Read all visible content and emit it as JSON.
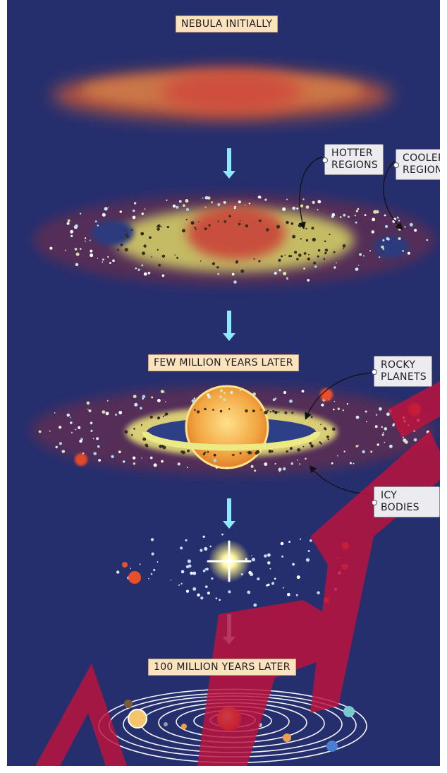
{
  "stages": {
    "nebula": "NEBULA INITIALLY",
    "few_million": "FEW MILLION YEARS LATER",
    "hundred_million": "100 MILLION YEARS LATER"
  },
  "callouts": {
    "hotter": "HOTTER\nREGIONS",
    "cooler": "COOLER\nREGION",
    "rocky": "ROCKY\nPLANETS",
    "icy": "ICY BODIES"
  },
  "watermark": "MYP",
  "colors": {
    "background": "#262f6e",
    "label_fill": "#fbe3bd",
    "tag_fill": "#ececf0",
    "arrow": "#8fe8ff",
    "watermark": "#c0123c"
  }
}
